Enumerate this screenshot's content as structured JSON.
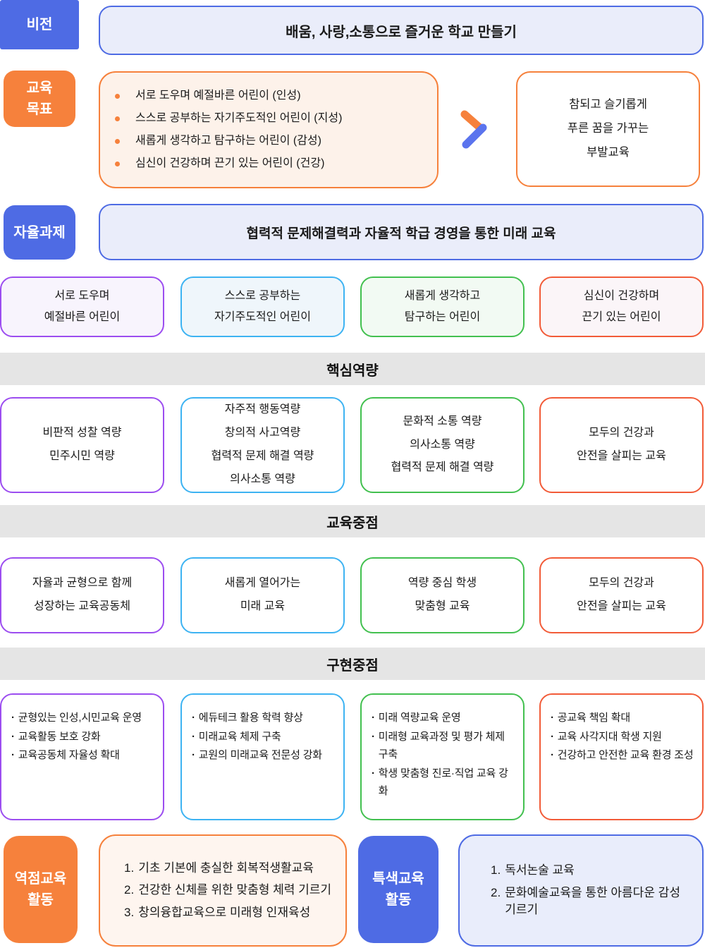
{
  "colors": {
    "accent_blue": "#4E6BE4",
    "accent_orange": "#F6813C",
    "purple": "#9C4DF0",
    "cyan": "#3DB3F2",
    "green": "#42C04F",
    "red_orange": "#F25B38",
    "band_gray": "#E5E5E5",
    "arrow_blue": "#5B74EE"
  },
  "chars": {
    "dot": "·"
  },
  "vision": {
    "label": "비전",
    "text": "배움, 사랑,소통으로 즐거운 학교 만들기"
  },
  "goals": {
    "label_lines": [
      "교육",
      "목표"
    ],
    "items": [
      "서로 도우며 예절바른 어린이 (인성)",
      "스스로 공부하는 자기주도적인 어린이 (지성)",
      "새롭게 생각하고 탐구하는 어린이 (감성)",
      "심신이 건강하며 끈기 있는 어린이 (건강)"
    ],
    "result_lines": [
      "참되고 슬기롭게",
      "푸른 꿈을 가꾸는",
      "부발교육"
    ]
  },
  "autonomy": {
    "label": "자율과제",
    "text": "협력적 문제해결력과 자율적 학급 경영을 통한 미래 교육"
  },
  "children": [
    {
      "lines": [
        "서로 도우며",
        "예절바른 어린이"
      ]
    },
    {
      "lines": [
        "스스로 공부하는",
        "자기주도적인 어린이"
      ]
    },
    {
      "lines": [
        "새롭게 생각하고",
        "탐구하는 어린이"
      ]
    },
    {
      "lines": [
        "심신이 건강하며",
        "끈기 있는 어린이"
      ]
    }
  ],
  "bands": {
    "core": "핵심역량",
    "focus": "교육중점",
    "impl": "구현중점"
  },
  "core": [
    {
      "lines": [
        "비판적 성찰 역량",
        "민주시민 역량"
      ]
    },
    {
      "lines": [
        "자주적 행동역량",
        "창의적 사고역량",
        "협력적 문제 해결 역량",
        "의사소통 역량"
      ]
    },
    {
      "lines": [
        "문화적 소통 역량",
        "의사소통 역량",
        "협력적 문제 해결 역량"
      ]
    },
    {
      "lines": [
        "모두의 건강과",
        "안전을 살피는 교육"
      ]
    }
  ],
  "focus": [
    {
      "lines": [
        "자율과 균형으로 함께",
        "성장하는 교육공동체"
      ]
    },
    {
      "lines": [
        "새롭게 열어가는",
        "미래 교육"
      ]
    },
    {
      "lines": [
        "역량 중심 학생",
        "맞춤형 교육"
      ]
    },
    {
      "lines": [
        "모두의 건강과",
        "안전을 살피는 교육"
      ]
    }
  ],
  "impl": [
    {
      "items": [
        "균형있는 인성,시민교육 운영",
        "교육활동 보호 강화",
        "교육공동체 자율성 확대"
      ]
    },
    {
      "items": [
        "에듀테크 활용 학력 향상",
        "미래교육 체제 구축",
        "교원의 미래교육 전문성 강화"
      ]
    },
    {
      "items": [
        "미래 역량교육 운영",
        "미래형 교육과정 및 평가 체제 구축",
        "학생 맞춤형 진로·직업 교육 강화"
      ]
    },
    {
      "items": [
        "공교육 책임 확대",
        "교육 사각지대 학생 지원",
        "건강하고 안전한 교육 환경 조성"
      ]
    }
  ],
  "bottom": {
    "left_label_lines": [
      "역점교육",
      "활동"
    ],
    "left_items": [
      {
        "num": "1.",
        "text": "기초 기본에 충실한 회복적생활교육"
      },
      {
        "num": "2.",
        "text": "건강한 신체를 위한 맞춤형 체력 기르기"
      },
      {
        "num": "3.",
        "text": "창의융합교육으로 미래형 인재육성"
      }
    ],
    "right_label_lines": [
      "특색교육",
      "활동"
    ],
    "right_items": [
      {
        "num": "1.",
        "text": "독서논술 교육"
      },
      {
        "num": "2.",
        "text": "문화예술교육을 통한 아름다운 감성 기르기"
      }
    ]
  }
}
